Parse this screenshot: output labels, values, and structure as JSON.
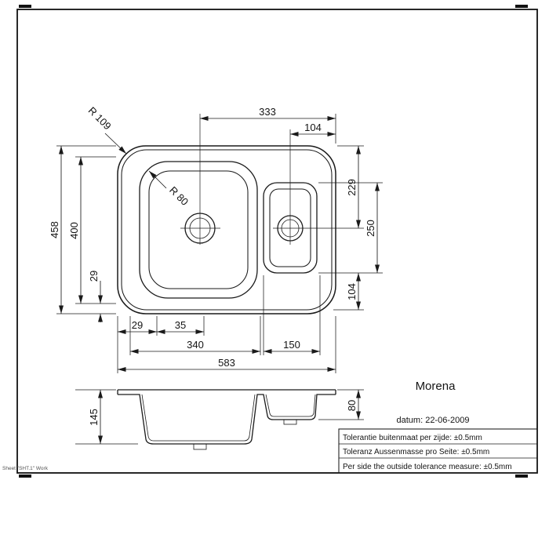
{
  "sheet": {
    "note": "Sheet \"SHT.1\" Work"
  },
  "title_block": {
    "product_name": "Morena",
    "date": "datum: 22-06-2009",
    "tolerances": [
      "Tolerantie buitenmaat per zijde: ±0.5mm",
      "Toleranz Aussenmasse pro Seite: ±0.5mm",
      "Per side the outside tolerance measure: ±0.5mm"
    ]
  },
  "dims_top_view": {
    "center_large_to_right": "333",
    "center_small_to_right": "104",
    "outer_corner_radius": "R 109",
    "bowl_corner_radius": "R 80",
    "top_to_small_center": "229",
    "small_bowl_length": "250",
    "small_bowl_to_bottom": "104",
    "overall_depth": "458",
    "inner_depth": "400",
    "rim_left": "29",
    "rim_bottom": "29",
    "bottom_offset": "35",
    "large_bowl_width": "340",
    "small_bowl_width": "150",
    "overall_width": "583"
  },
  "dims_side_view": {
    "large_bowl_depth": "145",
    "small_bowl_depth": "80"
  },
  "colors": {
    "line": "#1a1a1a",
    "background": "#ffffff"
  }
}
